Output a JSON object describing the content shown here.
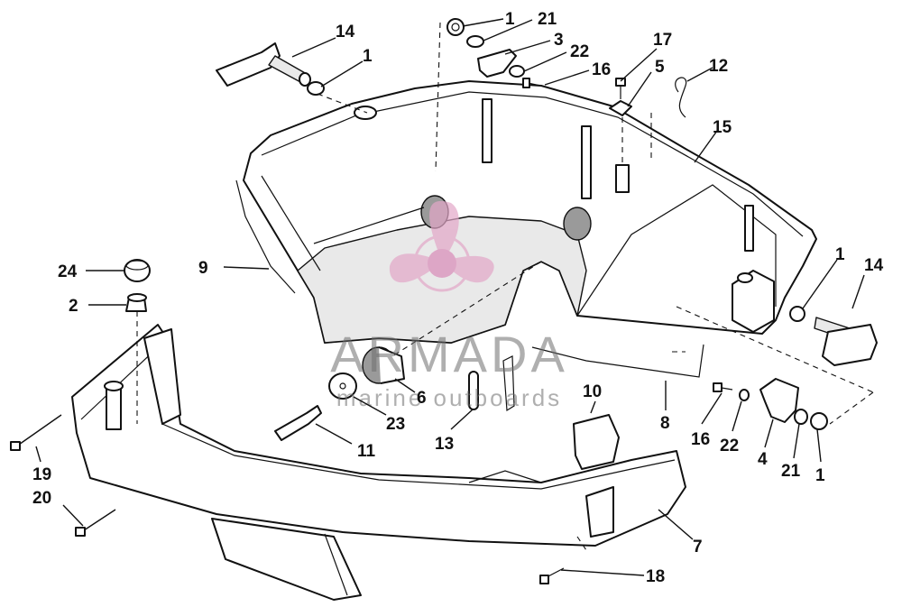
{
  "diagram": {
    "callouts": [
      {
        "label": "1"
      },
      {
        "label": "21"
      },
      {
        "label": "3"
      },
      {
        "label": "22"
      },
      {
        "label": "16"
      },
      {
        "label": "17"
      },
      {
        "label": "5"
      },
      {
        "label": "12"
      },
      {
        "label": "14"
      },
      {
        "label": "1"
      },
      {
        "label": "15"
      },
      {
        "label": "9"
      },
      {
        "label": "24"
      },
      {
        "label": "2"
      },
      {
        "label": "1"
      },
      {
        "label": "14"
      },
      {
        "label": "6"
      },
      {
        "label": "23"
      },
      {
        "label": "10"
      },
      {
        "label": "13"
      },
      {
        "label": "11"
      },
      {
        "label": "8"
      },
      {
        "label": "16"
      },
      {
        "label": "22"
      },
      {
        "label": "4"
      },
      {
        "label": "21"
      },
      {
        "label": "1"
      },
      {
        "label": "19"
      },
      {
        "label": "20"
      },
      {
        "label": "7"
      },
      {
        "label": "18"
      }
    ]
  },
  "watermark": {
    "brand": "ARMADA",
    "tagline": "marine outboards",
    "colors": {
      "propeller": "#e3a7c8",
      "text": "#6f6f6f"
    }
  },
  "colors": {
    "line": "#111111",
    "background": "#ffffff"
  }
}
